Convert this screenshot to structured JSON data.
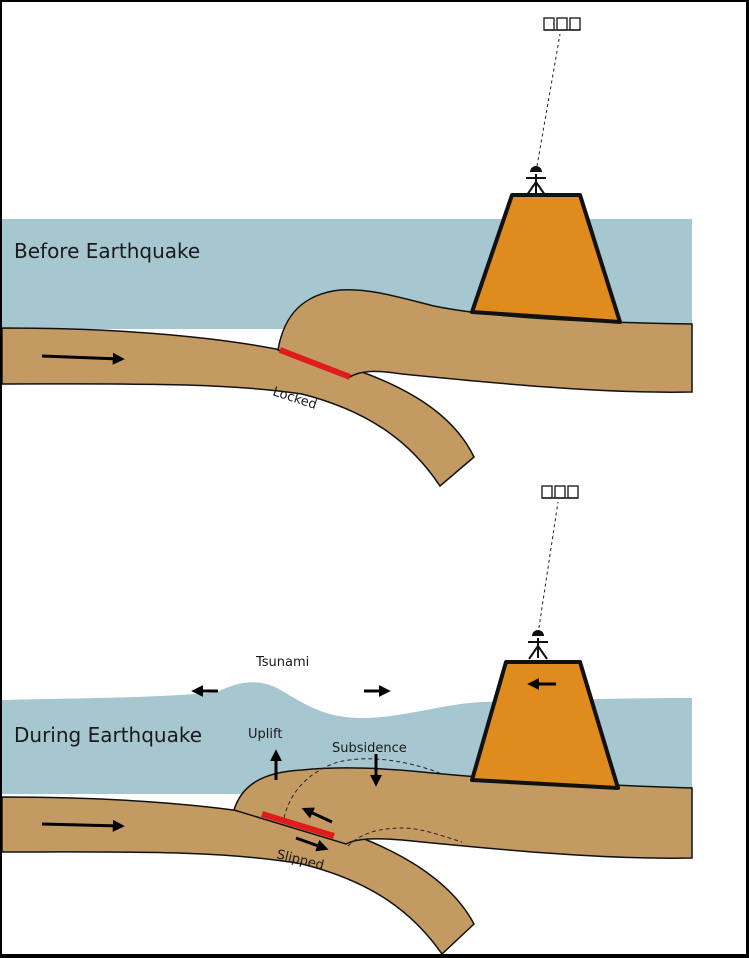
{
  "panels": {
    "before": {
      "title": "Before Earthquake",
      "fault_label": "Locked"
    },
    "during": {
      "title": "During Earthquake",
      "fault_label": "Slipped",
      "tsunami_label": "Tsunami",
      "uplift_label": "Uplift",
      "subsidence_label": "Subsidence"
    }
  },
  "icons": {
    "satellite": "gps-satellite-icon",
    "station": "gps-station-icon"
  },
  "colors": {
    "water": "#a6c6d0",
    "plate": "#c49a63",
    "mountain": "#e08b1d",
    "fault": "#e01b1b",
    "outline": "#111111"
  }
}
